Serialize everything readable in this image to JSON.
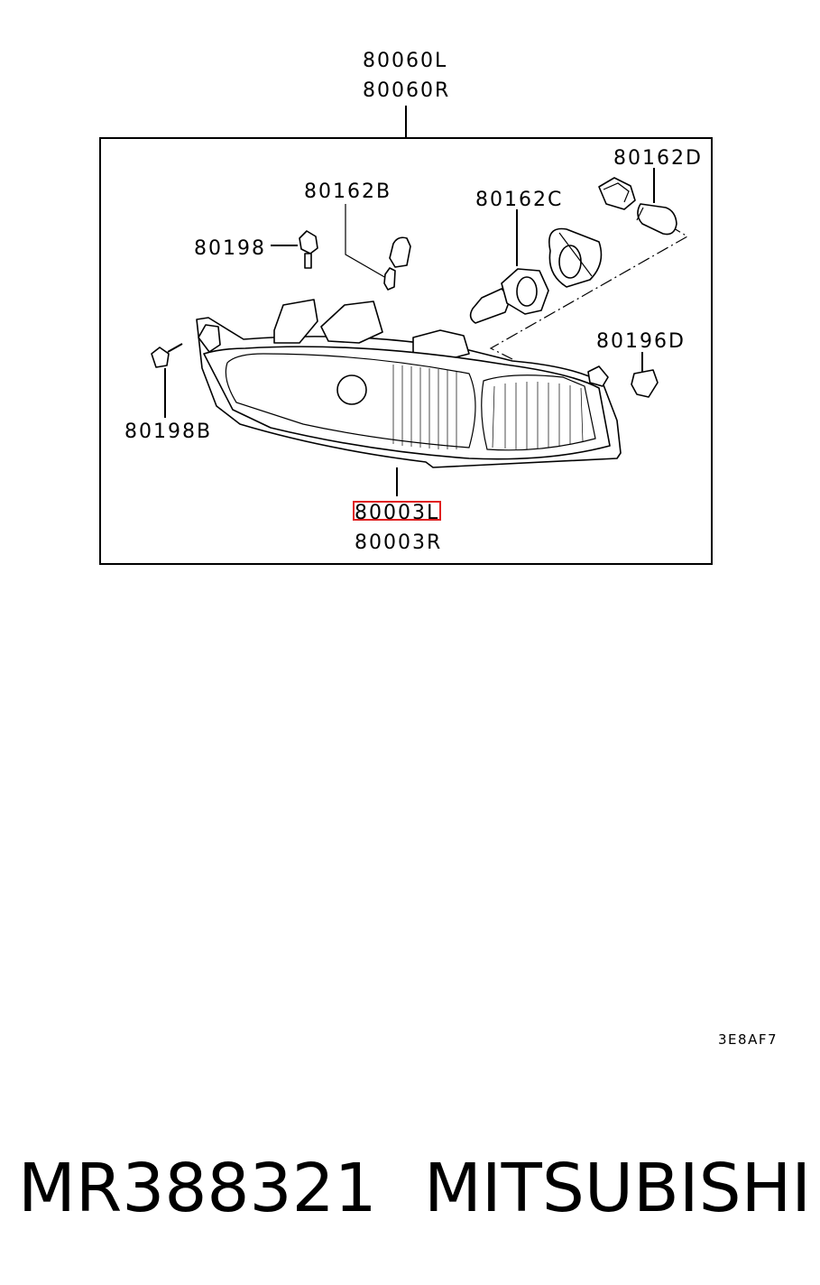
{
  "diagram": {
    "labels": {
      "assembly_left": "80060L",
      "assembly_right": "80060R",
      "bulb_small": "80162D",
      "socket_b": "80162B",
      "bulb_c": "80162C",
      "screw": "80198",
      "clip": "80196D",
      "screw_b": "80198B",
      "lens_left": "80003L",
      "lens_right": "80003R"
    },
    "highlighted_part": "80003L",
    "highlight_color": "#e02020",
    "diagram_code": "3E8AF7"
  },
  "footer": {
    "part_number": "MR388321",
    "brand": "MITSUBISHI"
  }
}
